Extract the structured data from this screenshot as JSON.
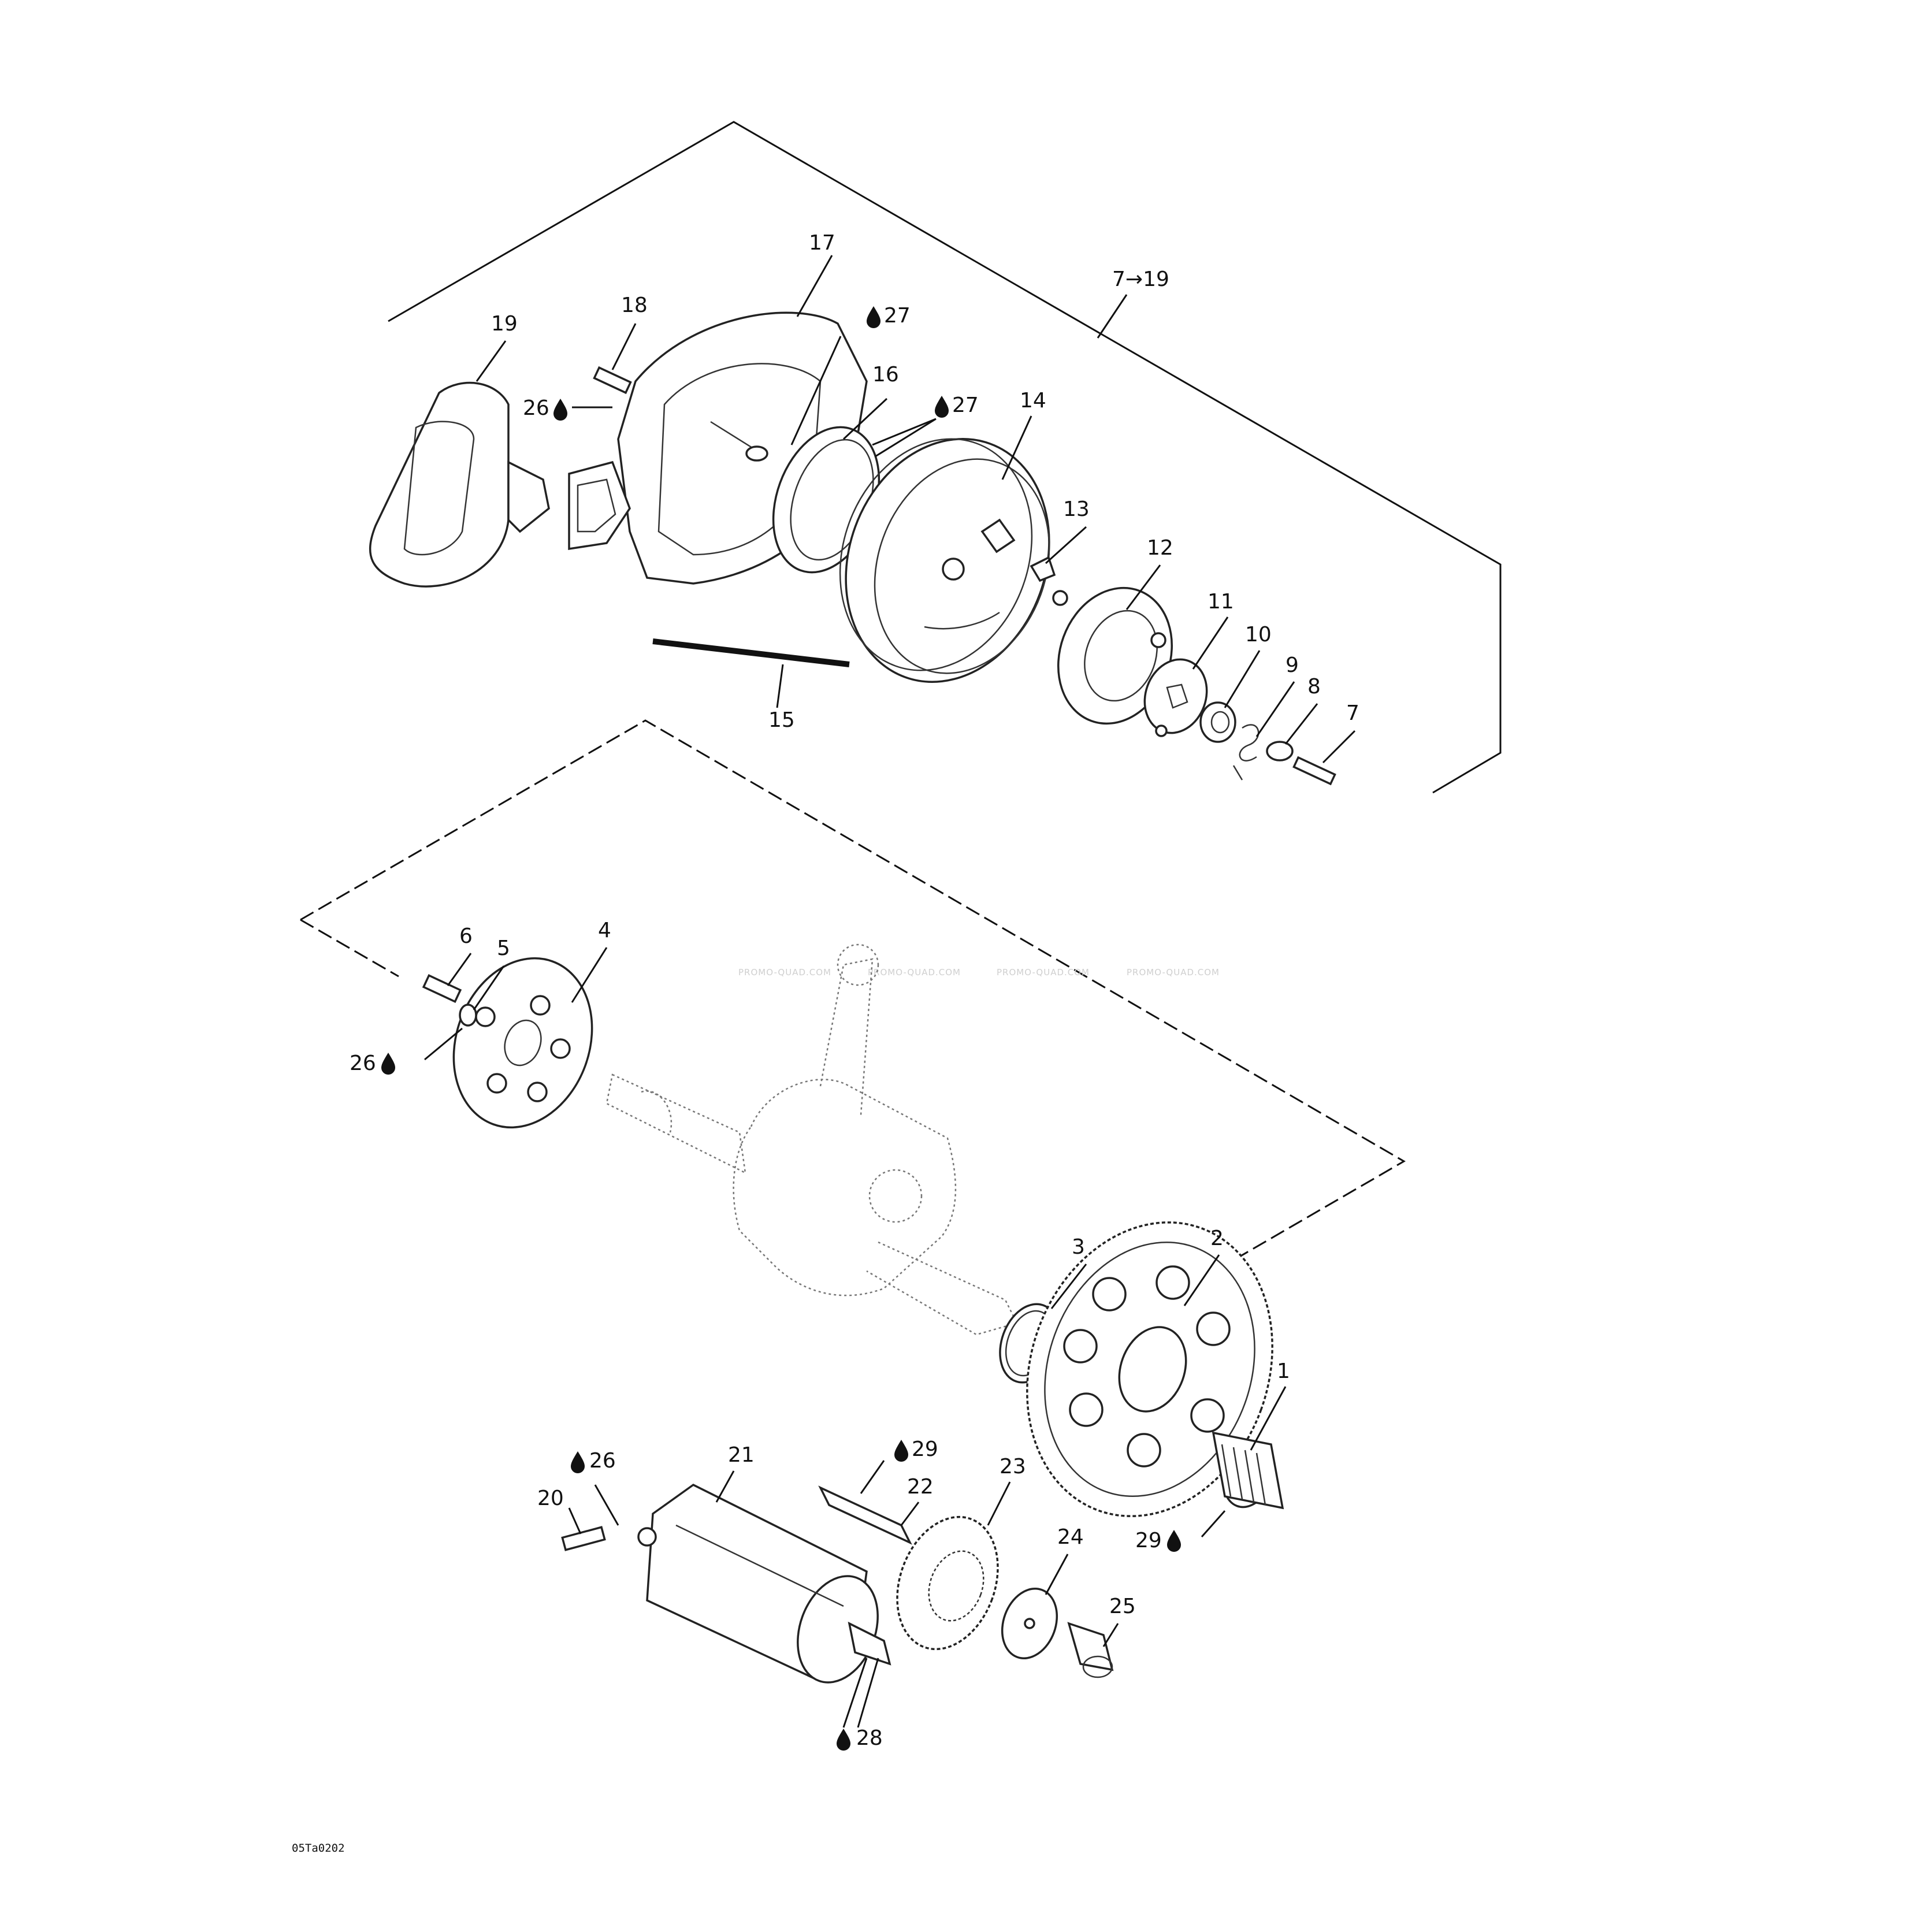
{
  "diagram": {
    "code": "05Ta0202",
    "watermark": "PROMO-QUAD.COM",
    "colors": {
      "ink": "#111111",
      "background": "#ffffff",
      "watermark": "#cfcfcf"
    },
    "lubricant_icon": "oil-drop-icon",
    "callouts": [
      {
        "id": "c1",
        "text": "1"
      },
      {
        "id": "c2",
        "text": "2"
      },
      {
        "id": "c3",
        "text": "3"
      },
      {
        "id": "c4",
        "text": "4"
      },
      {
        "id": "c5",
        "text": "5"
      },
      {
        "id": "c6",
        "text": "6"
      },
      {
        "id": "c7",
        "text": "7"
      },
      {
        "id": "c8",
        "text": "8"
      },
      {
        "id": "c9",
        "text": "9"
      },
      {
        "id": "c10",
        "text": "10"
      },
      {
        "id": "c11",
        "text": "11"
      },
      {
        "id": "c12",
        "text": "12"
      },
      {
        "id": "c13",
        "text": "13"
      },
      {
        "id": "c14",
        "text": "14"
      },
      {
        "id": "c15",
        "text": "15"
      },
      {
        "id": "c16",
        "text": "16"
      },
      {
        "id": "c17",
        "text": "17"
      },
      {
        "id": "c18",
        "text": "18"
      },
      {
        "id": "c19",
        "text": "19"
      },
      {
        "id": "c20",
        "text": "20"
      },
      {
        "id": "c21",
        "text": "21"
      },
      {
        "id": "c22",
        "text": "22"
      },
      {
        "id": "c23",
        "text": "23"
      },
      {
        "id": "c24",
        "text": "24"
      },
      {
        "id": "c25",
        "text": "25"
      },
      {
        "id": "c7to19",
        "text": "7→19"
      }
    ],
    "lube_callouts": [
      {
        "id": "l26a",
        "text": "26"
      },
      {
        "id": "l27a",
        "text": "27"
      },
      {
        "id": "l27b",
        "text": "27"
      },
      {
        "id": "l26b",
        "text": "26"
      },
      {
        "id": "l26c",
        "text": "26"
      },
      {
        "id": "l29a",
        "text": "29"
      },
      {
        "id": "l29b",
        "text": "29"
      },
      {
        "id": "l28",
        "text": "28"
      }
    ]
  }
}
